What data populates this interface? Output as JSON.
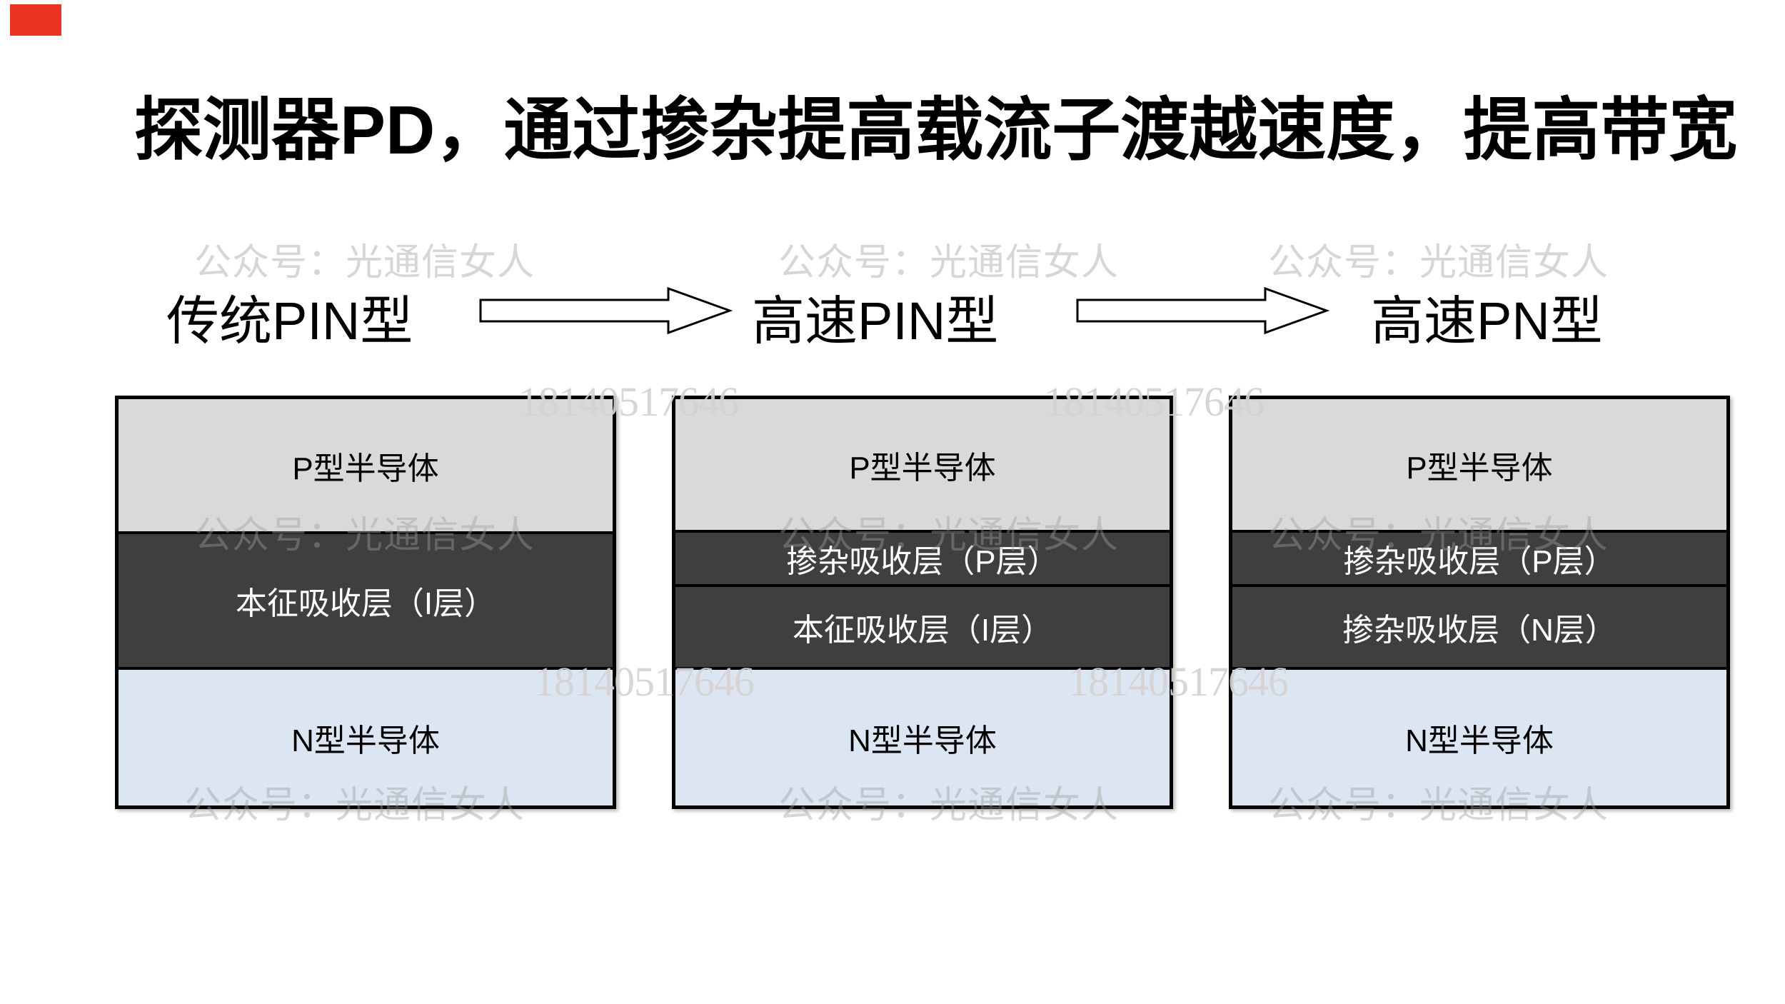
{
  "slide": {
    "title": "探测器PD，通过掺杂提高载流子渡越速度，提高带宽"
  },
  "stages": [
    {
      "label": "传统PIN型",
      "layers": [
        {
          "name": "P型半导体"
        },
        {
          "name": "本征吸收层（I层）"
        },
        {
          "name": "N型半导体"
        }
      ]
    },
    {
      "label": "高速PIN型",
      "layers": [
        {
          "name": "P型半导体"
        },
        {
          "name": "掺杂吸收层（P层）"
        },
        {
          "name": "本征吸收层（I层）"
        },
        {
          "name": "N型半导体"
        }
      ]
    },
    {
      "label": "高速PN型",
      "layers": [
        {
          "name": "P型半导体"
        },
        {
          "name": "掺杂吸收层（P层）"
        },
        {
          "name": "掺杂吸收层（N层）"
        },
        {
          "name": "N型半导体"
        }
      ]
    }
  ],
  "watermarks": {
    "account": "公众号：光通信女人",
    "phone": "18140517646"
  },
  "colors": {
    "p_layer": "#d9d9d9",
    "absorption_layer": "#3f3f3f",
    "n_layer": "#dce6f2",
    "box_border": "#000000",
    "title_text": "#000000",
    "layer_text_on_dark": "#ffffff",
    "layer_text_on_light": "#000000",
    "watermark_account_gray": "#9e9e9e",
    "watermark_phone_gray": "#d5d1d1",
    "corner_mark_red": "#e93323",
    "arrow_fill": "#ffffff",
    "arrow_stroke": "#000000"
  }
}
